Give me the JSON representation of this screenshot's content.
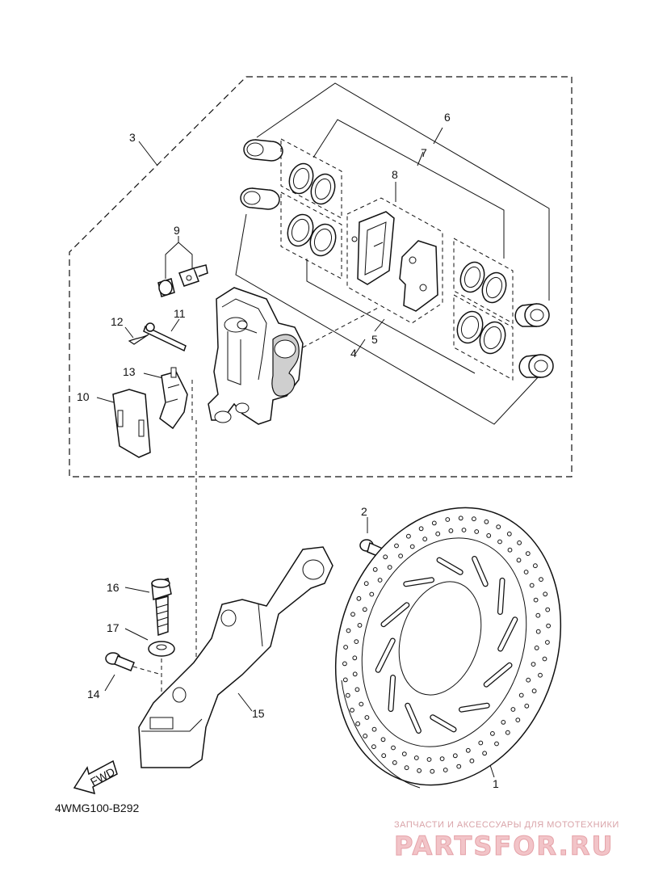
{
  "diagram": {
    "code": "4WMG100-B292",
    "fwd_label": "FWD",
    "callouts": [
      "1",
      "2",
      "3",
      "4",
      "5",
      "6",
      "7",
      "8",
      "9",
      "10",
      "11",
      "12",
      "13",
      "14",
      "15",
      "16",
      "17"
    ]
  },
  "watermark": {
    "tagline": "ЗАПЧАСТИ И АКСЕССУАРЫ ДЛЯ МОТОТЕХНИКИ",
    "brand": "PARTSFOR.RU"
  }
}
